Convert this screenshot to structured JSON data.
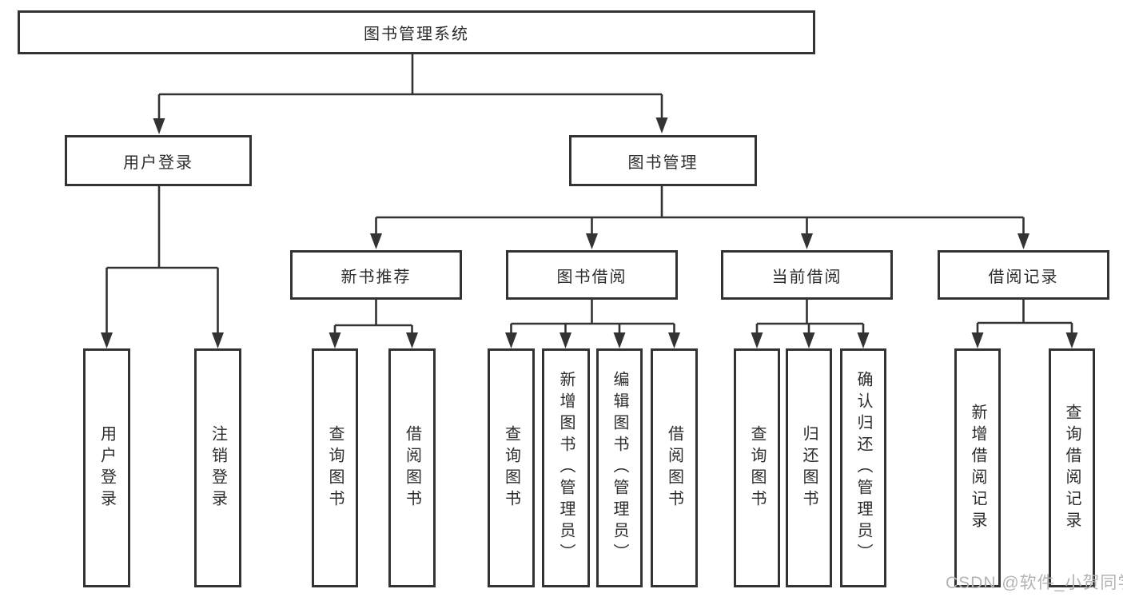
{
  "diagram_title": "图书管理系统",
  "colors": {
    "line": "#333333",
    "text": "#2d2d2d",
    "box_background": "#ffffff",
    "watermark": "#b4b4b4"
  },
  "tree": {
    "label": "图书管理系统",
    "children": [
      {
        "label": "用户登录",
        "children": [
          {
            "label": "用户登录"
          },
          {
            "label": "注销登录"
          }
        ]
      },
      {
        "label": "图书管理",
        "children": [
          {
            "label": "新书推荐",
            "children": [
              {
                "label": "查询图书"
              },
              {
                "label": "借阅图书"
              }
            ]
          },
          {
            "label": "图书借阅",
            "children": [
              {
                "label": "查询图书"
              },
              {
                "label": "新增图书（管理员）"
              },
              {
                "label": "编辑图书（管理员）"
              },
              {
                "label": "借阅图书"
              }
            ]
          },
          {
            "label": "当前借阅",
            "children": [
              {
                "label": "查询图书"
              },
              {
                "label": "归还图书"
              },
              {
                "label": "确认归还（管理员）"
              }
            ]
          },
          {
            "label": "借阅记录",
            "children": [
              {
                "label": "新增借阅记录"
              },
              {
                "label": "查询借阅记录"
              }
            ]
          }
        ]
      }
    ]
  },
  "watermark": {
    "text": "CSDN @软件_小贺同学"
  }
}
